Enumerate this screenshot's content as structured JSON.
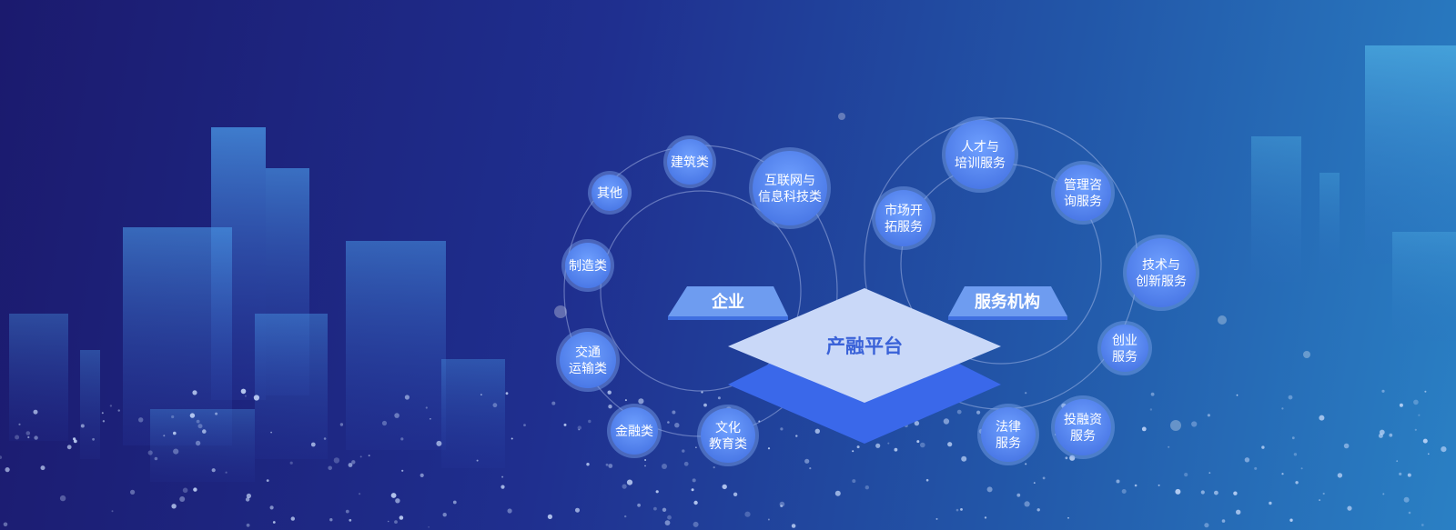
{
  "center": {
    "title": "产融平台"
  },
  "left_group": {
    "title": "企业",
    "items": [
      {
        "lines": [
          "其他"
        ]
      },
      {
        "lines": [
          "建筑类"
        ]
      },
      {
        "lines": [
          "互联网与",
          "信息科技类"
        ]
      },
      {
        "lines": [
          "制造类"
        ]
      },
      {
        "lines": [
          "交通",
          "运输类"
        ]
      },
      {
        "lines": [
          "金融类"
        ]
      },
      {
        "lines": [
          "文化",
          "教育类"
        ]
      }
    ]
  },
  "right_group": {
    "title": "服务机构",
    "items": [
      {
        "lines": [
          "人才与",
          "培训服务"
        ]
      },
      {
        "lines": [
          "市场开",
          "拓服务"
        ]
      },
      {
        "lines": [
          "管理咨",
          "询服务"
        ]
      },
      {
        "lines": [
          "技术与",
          "创新服务"
        ]
      },
      {
        "lines": [
          "创业",
          "服务"
        ]
      },
      {
        "lines": [
          "法律",
          "服务"
        ]
      },
      {
        "lines": [
          "投融资",
          "服务"
        ]
      }
    ]
  },
  "colors": {
    "bubble_fill": "#5a8cf2",
    "bubble_ring": "#7fa6ee",
    "diamond_top": "#c9d8f8",
    "diamond_bottom": "#3a68ea",
    "center_text": "#3a62d8",
    "tab_fill": "#6e9cf0"
  }
}
